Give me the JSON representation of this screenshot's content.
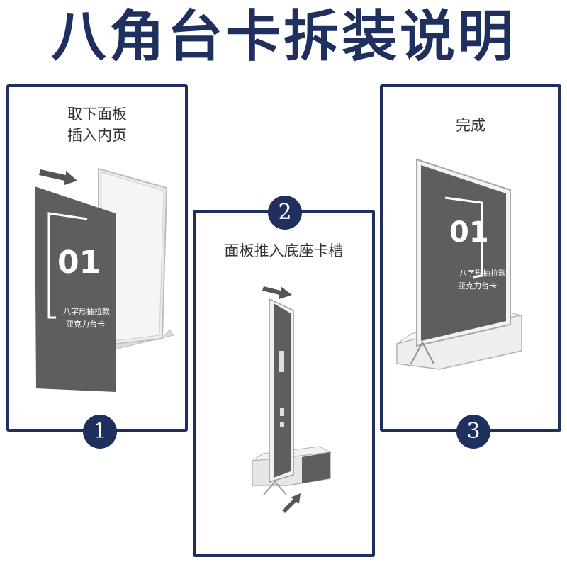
{
  "title": "八角台卡拆装说明",
  "colors": {
    "brand": "#1f2f5e",
    "card": "#5e5e5e",
    "acrylic": "#e8e8e8"
  },
  "steps": [
    {
      "number": "1",
      "caption_lines": [
        "取下面板",
        "插入内页"
      ]
    },
    {
      "number": "2",
      "caption_lines": [
        "面板推入底座卡槽"
      ]
    },
    {
      "number": "3",
      "caption_lines": [
        "完成"
      ]
    }
  ],
  "insert_card": {
    "number": "01",
    "line1": "八字形抽拉款",
    "line2": "亚克力台卡"
  },
  "icons": [
    "arrow-right-icon",
    "arrow-up-icon"
  ]
}
